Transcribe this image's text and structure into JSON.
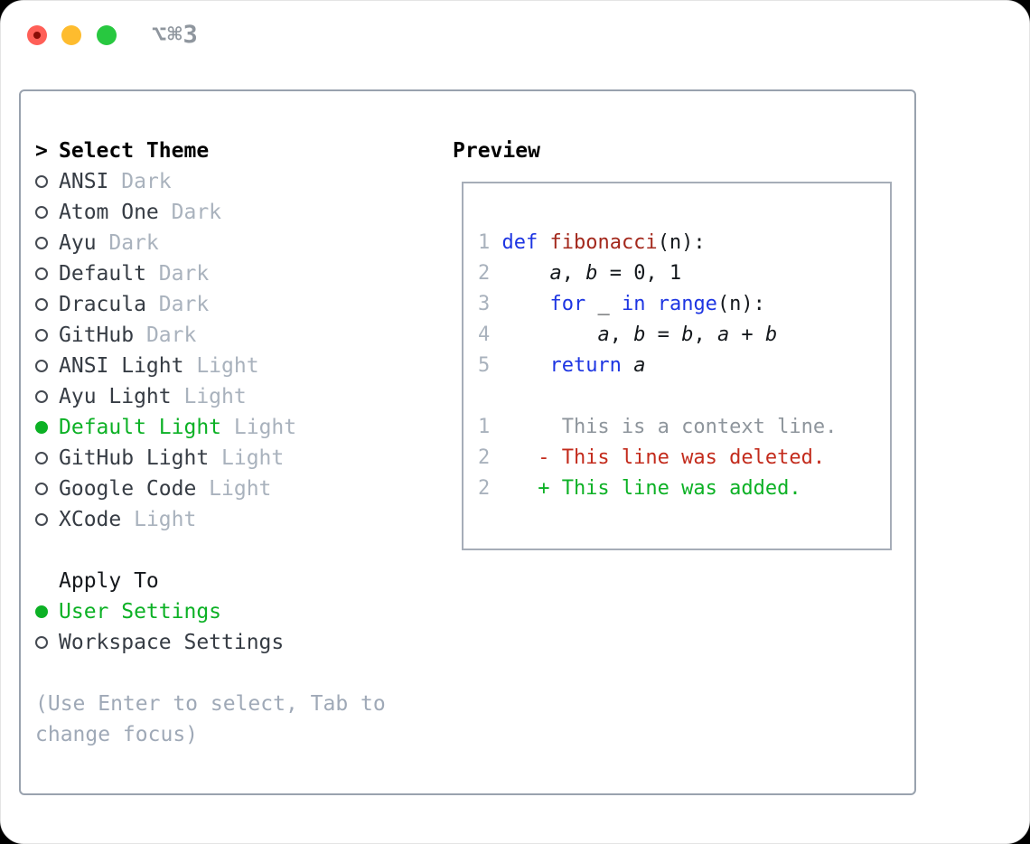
{
  "titlebar": {
    "title": "⌥⌘3"
  },
  "colors": {
    "selected_green": "#0cb125",
    "added_green": "#0cb125",
    "deleted_red": "#c32b1c",
    "keyword_blue": "#1d35e2",
    "function_red": "#a3281c",
    "context_gray": "#8e959c",
    "line_number_gray": "#a9b2bd",
    "tag_gray": "#a9b2bd",
    "help_gray": "#9fa9b7",
    "panel_border": "#99a2ae",
    "traffic_red": "#ff5f57",
    "traffic_yellow": "#febc2e",
    "traffic_green": "#28c840"
  },
  "theme_panel": {
    "cursor": ">",
    "header": "Select Theme",
    "items": [
      {
        "name": "ANSI",
        "tag": "Dark",
        "selected": false
      },
      {
        "name": "Atom One",
        "tag": "Dark",
        "selected": false
      },
      {
        "name": "Ayu",
        "tag": "Dark",
        "selected": false
      },
      {
        "name": "Default",
        "tag": "Dark",
        "selected": false
      },
      {
        "name": "Dracula",
        "tag": "Dark",
        "selected": false
      },
      {
        "name": "GitHub",
        "tag": "Dark",
        "selected": false
      },
      {
        "name": "ANSI Light",
        "tag": "Light",
        "selected": false
      },
      {
        "name": "Ayu Light",
        "tag": "Light",
        "selected": false
      },
      {
        "name": "Default Light",
        "tag": "Light",
        "selected": true
      },
      {
        "name": "GitHub Light",
        "tag": "Light",
        "selected": false
      },
      {
        "name": "Google Code",
        "tag": "Light",
        "selected": false
      },
      {
        "name": "XCode",
        "tag": "Light",
        "selected": false
      }
    ],
    "apply_to": {
      "header": "Apply To",
      "options": [
        {
          "label": "User Settings",
          "selected": true
        },
        {
          "label": "Workspace Settings",
          "selected": false
        }
      ]
    },
    "help": [
      "(Use Enter to select, Tab to",
      "change focus)"
    ]
  },
  "preview": {
    "header": "Preview",
    "code_lines": [
      {
        "num": "1",
        "tokens": [
          {
            "t": "def",
            "c": "kw"
          },
          {
            "t": " ",
            "c": "pl"
          },
          {
            "t": "fibonacci",
            "c": "fn"
          },
          {
            "t": "(n):",
            "c": "pl"
          }
        ]
      },
      {
        "num": "2",
        "tokens": [
          {
            "t": "    ",
            "c": "pl"
          },
          {
            "t": "a",
            "c": "var"
          },
          {
            "t": ", ",
            "c": "pl"
          },
          {
            "t": "b",
            "c": "var"
          },
          {
            "t": " = 0, 1",
            "c": "pl"
          }
        ]
      },
      {
        "num": "3",
        "tokens": [
          {
            "t": "    ",
            "c": "pl"
          },
          {
            "t": "for",
            "c": "kw"
          },
          {
            "t": " _ ",
            "c": "pl"
          },
          {
            "t": "in",
            "c": "kw"
          },
          {
            "t": " ",
            "c": "pl"
          },
          {
            "t": "range",
            "c": "kw"
          },
          {
            "t": "(n):",
            "c": "pl"
          }
        ]
      },
      {
        "num": "4",
        "tokens": [
          {
            "t": "        ",
            "c": "pl"
          },
          {
            "t": "a",
            "c": "var"
          },
          {
            "t": ", ",
            "c": "pl"
          },
          {
            "t": "b",
            "c": "var"
          },
          {
            "t": " = ",
            "c": "pl"
          },
          {
            "t": "b",
            "c": "var"
          },
          {
            "t": ", ",
            "c": "pl"
          },
          {
            "t": "a",
            "c": "var"
          },
          {
            "t": " + ",
            "c": "pl"
          },
          {
            "t": "b",
            "c": "var"
          }
        ]
      },
      {
        "num": "5",
        "tokens": [
          {
            "t": "    ",
            "c": "pl"
          },
          {
            "t": "return",
            "c": "kw"
          },
          {
            "t": " ",
            "c": "pl"
          },
          {
            "t": "a",
            "c": "var"
          }
        ]
      },
      {
        "num": "",
        "tokens": []
      },
      {
        "num": "1",
        "tokens": [
          {
            "t": "     This is a context line.",
            "c": "ctx"
          }
        ]
      },
      {
        "num": "2",
        "tokens": [
          {
            "t": "   - This line was deleted.",
            "c": "del"
          }
        ]
      },
      {
        "num": "2",
        "tokens": [
          {
            "t": "   + This line was added.",
            "c": "add"
          }
        ]
      }
    ]
  }
}
